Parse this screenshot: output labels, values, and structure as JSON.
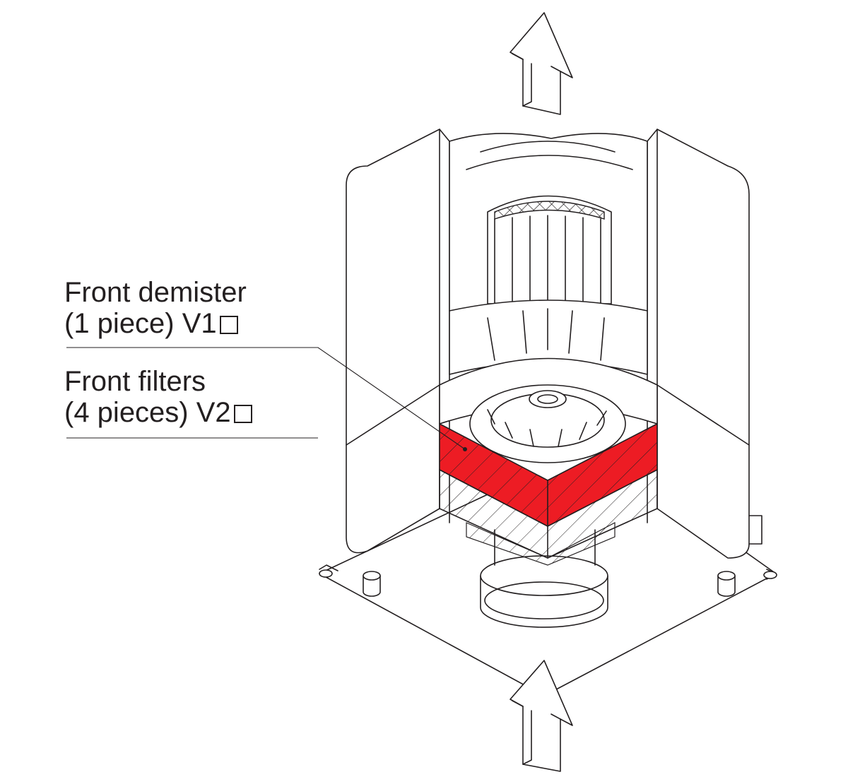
{
  "callouts": [
    {
      "line1": "Front demister",
      "line2": "(1 piece) V1"
    },
    {
      "line1": "Front filters",
      "line2": "(4 pieces) V2"
    }
  ],
  "colors": {
    "highlight": "#ed1c24",
    "line": "#231f20",
    "background": "#ffffff"
  },
  "icons": {
    "airflow_top": "up-arrow-icon",
    "airflow_bottom": "up-arrow-icon",
    "checkbox": "checkbox-icon"
  }
}
